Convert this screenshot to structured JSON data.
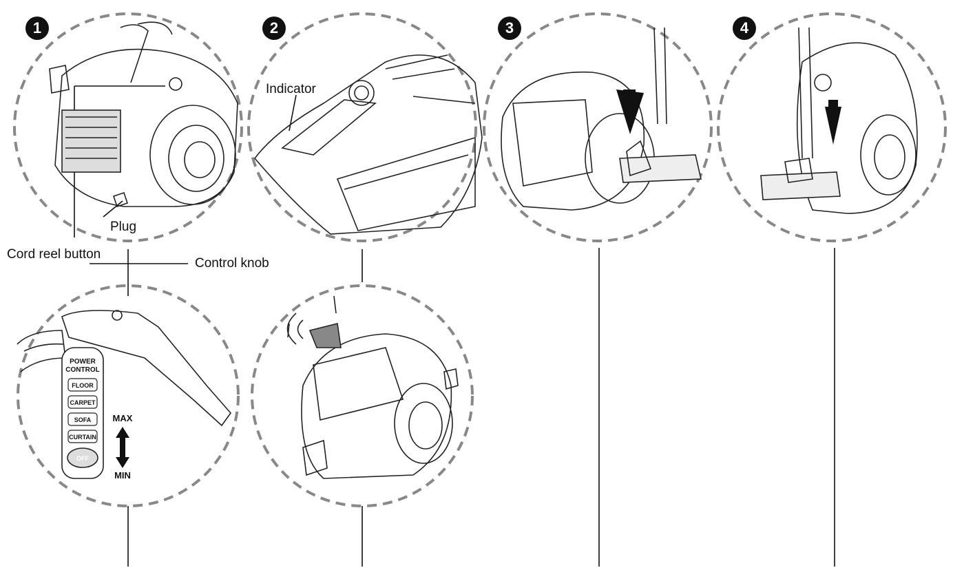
{
  "steps": [
    {
      "number": "1"
    },
    {
      "number": "2"
    },
    {
      "number": "3"
    },
    {
      "number": "4"
    }
  ],
  "labels": {
    "indicator": "Indicator",
    "plug": "Plug",
    "cord_reel_button": "Cord reel button",
    "control_knob": "Control knob"
  },
  "control_panel": {
    "title_line1": "POWER",
    "title_line2": "CONTROL",
    "modes": [
      "FLOOR",
      "CARPET",
      "SOFA",
      "CURTAIN",
      "OFF"
    ],
    "max_label": "MAX",
    "min_label": "MIN"
  }
}
